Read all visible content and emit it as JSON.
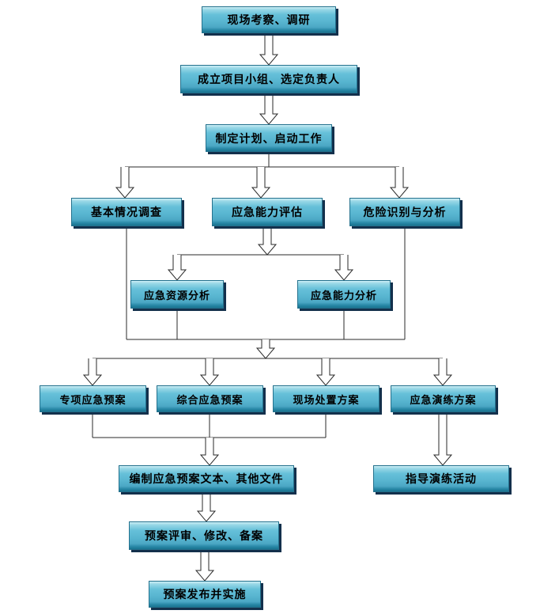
{
  "diagram": {
    "type": "flowchart",
    "language": "zh-CN",
    "background_color": "#ffffff",
    "node_fill_color": "#5cb9d3",
    "node_highlight_color": "#cdeef6",
    "node_bottom_band_color": "#19738f",
    "node_border_color": "#24718d",
    "node_shadow_color": "#13304c",
    "node_text_color": "#000000",
    "connector_color": "#2a2a2a",
    "arrow_style": "hollow-block-arrow"
  },
  "nodes": [
    {
      "id": "survey",
      "label": "现场考察、调研"
    },
    {
      "id": "team",
      "label": "成立项目小组、选定负责人"
    },
    {
      "id": "plan",
      "label": "制定计划、启动工作"
    },
    {
      "id": "basic-survey",
      "label": "基本情况调查"
    },
    {
      "id": "capability-eval",
      "label": "应急能力评估"
    },
    {
      "id": "hazard-identification",
      "label": "危险识别与分析"
    },
    {
      "id": "resource-analysis",
      "label": "应急资源分析"
    },
    {
      "id": "capability-analysis",
      "label": "应急能力分析"
    },
    {
      "id": "special-plan",
      "label": "专项应急预案"
    },
    {
      "id": "comprehensive-plan",
      "label": "综合应急预案"
    },
    {
      "id": "onsite-plan",
      "label": "现场处置方案"
    },
    {
      "id": "drill-plan",
      "label": "应急演练方案"
    },
    {
      "id": "compile-docs",
      "label": "编制应急预案文本、其他文件"
    },
    {
      "id": "guide-drill",
      "label": "指导演练活动"
    },
    {
      "id": "review",
      "label": "预案评审、修改、备案"
    },
    {
      "id": "publish",
      "label": "预案发布并实施"
    }
  ],
  "edges": [
    {
      "from": [
        "survey"
      ],
      "to": [
        "team"
      ]
    },
    {
      "from": [
        "team"
      ],
      "to": [
        "plan"
      ]
    },
    {
      "from": [
        "plan"
      ],
      "to": [
        "basic-survey",
        "capability-eval",
        "hazard-identification"
      ]
    },
    {
      "from": [
        "capability-eval"
      ],
      "to": [
        "resource-analysis",
        "capability-analysis"
      ]
    },
    {
      "from": [
        "basic-survey",
        "resource-analysis",
        "capability-analysis",
        "hazard-identification"
      ],
      "to": [
        "special-plan",
        "comprehensive-plan",
        "onsite-plan",
        "drill-plan"
      ]
    },
    {
      "from": [
        "special-plan",
        "comprehensive-plan",
        "onsite-plan"
      ],
      "to": [
        "compile-docs"
      ]
    },
    {
      "from": [
        "drill-plan"
      ],
      "to": [
        "guide-drill"
      ]
    },
    {
      "from": [
        "compile-docs"
      ],
      "to": [
        "review"
      ]
    },
    {
      "from": [
        "review"
      ],
      "to": [
        "publish"
      ]
    }
  ]
}
